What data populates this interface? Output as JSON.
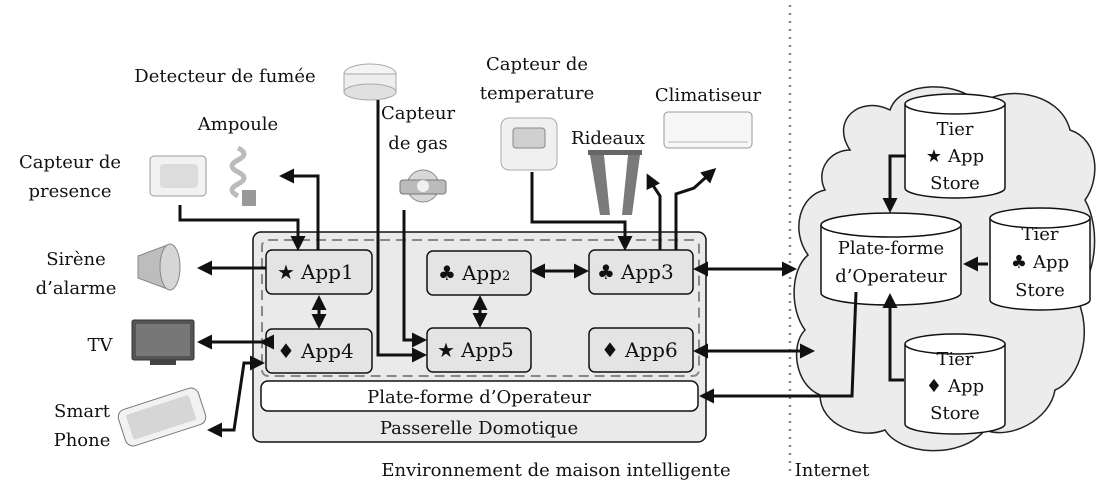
{
  "devices": {
    "capteur_presence": [
      "Capteur de",
      "presence"
    ],
    "ampoule": "Ampoule",
    "detecteur_fumee": "Detecteur de fumée",
    "capteur_gas": [
      "Capteur",
      "de gas"
    ],
    "capteur_temperature": [
      "Capteur de",
      "temperature"
    ],
    "rideaux": "Rideaux",
    "climatiseur": "Climatiseur",
    "sirene": [
      "Sirène",
      "d’alarme"
    ],
    "tv": "TV",
    "smartphone": [
      "Smart",
      "Phone"
    ]
  },
  "apps": [
    {
      "symbol": "★",
      "name": "App",
      "index": "1"
    },
    {
      "symbol": "♣",
      "name": "App",
      "index": "2"
    },
    {
      "symbol": "♣",
      "name": "App",
      "index": "3"
    },
    {
      "symbol": "♦",
      "name": "App",
      "index": "4"
    },
    {
      "symbol": "★",
      "name": "App",
      "index": "5"
    },
    {
      "symbol": "♦",
      "name": "App",
      "index": "6"
    }
  ],
  "gateway": {
    "platform_label": "Plate-forme d’Operateur",
    "gateway_label": "Passerelle Domotique"
  },
  "cloud": {
    "operator_platform": [
      "Plate-forme",
      "d’Operateur"
    ],
    "stores": [
      {
        "line1": "Tier",
        "symbol": "★",
        "line2": "App",
        "line3": "Store"
      },
      {
        "line1": "Tier",
        "symbol": "♣",
        "line2": "App",
        "line3": "Store"
      },
      {
        "line1": "Tier",
        "symbol": "♦",
        "line2": "App",
        "line3": "Store"
      }
    ]
  },
  "regions": {
    "home": "Environnement de maison intelligente",
    "internet": "Internet"
  },
  "colors": {
    "cloud_fill": "#ececec",
    "box_fill": "#e6e6e6",
    "dash": "#888888"
  }
}
